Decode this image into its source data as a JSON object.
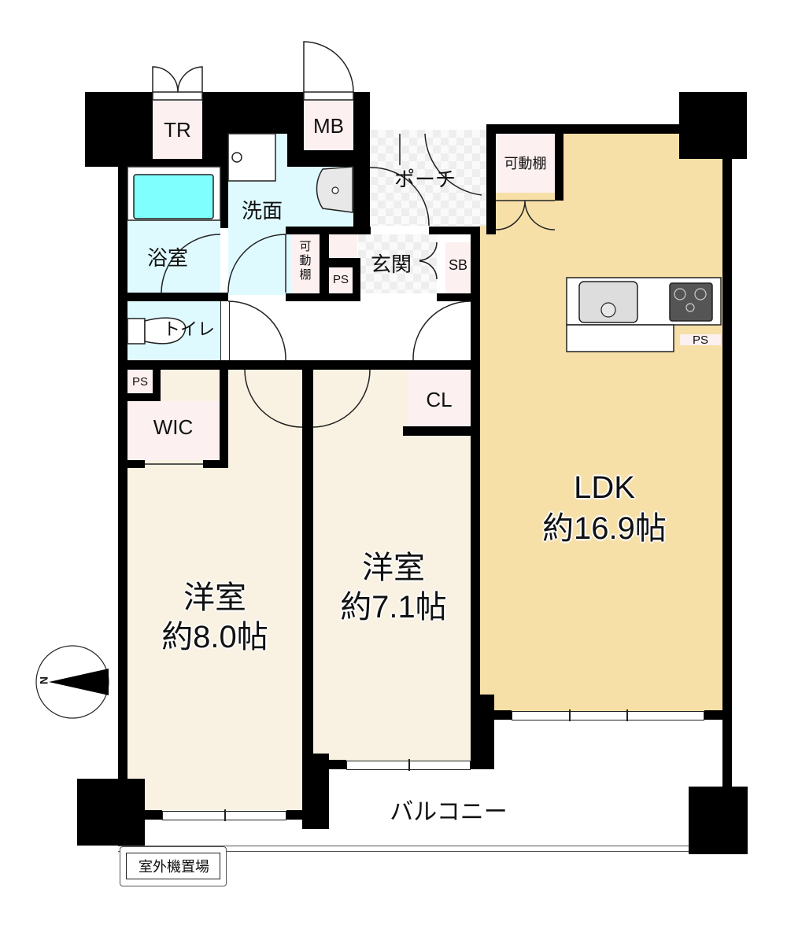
{
  "floorplan": {
    "rooms": {
      "ldk": {
        "name": "LDK",
        "size": "約16.9帖",
        "color": "#f7e0a8"
      },
      "western_room_1": {
        "name": "洋室",
        "size": "約8.0帖",
        "color": "#f9f2e2"
      },
      "western_room_2": {
        "name": "洋室",
        "size": "約7.1帖",
        "color": "#f9f2e2"
      },
      "bathroom": {
        "name": "浴室"
      },
      "washroom": {
        "name": "洗面"
      },
      "toilet": {
        "name": "トイレ"
      },
      "entrance": {
        "name": "玄関"
      },
      "porch": {
        "name": "ポーチ"
      },
      "balcony": {
        "name": "バルコニー"
      }
    },
    "storage": {
      "tr": "TR",
      "mb": "MB",
      "shelf_top": "可動棚",
      "shelf_vertical": [
        "可",
        "動",
        "棚"
      ],
      "ps_entrance": "PS",
      "sb": "SB",
      "ps_kitchen": "PS",
      "ps_wic": "PS",
      "wic": "WIC",
      "cl": "CL"
    },
    "outdoor_unit_label": "室外機置場",
    "compass": {
      "label": "N",
      "direction": "left"
    }
  }
}
